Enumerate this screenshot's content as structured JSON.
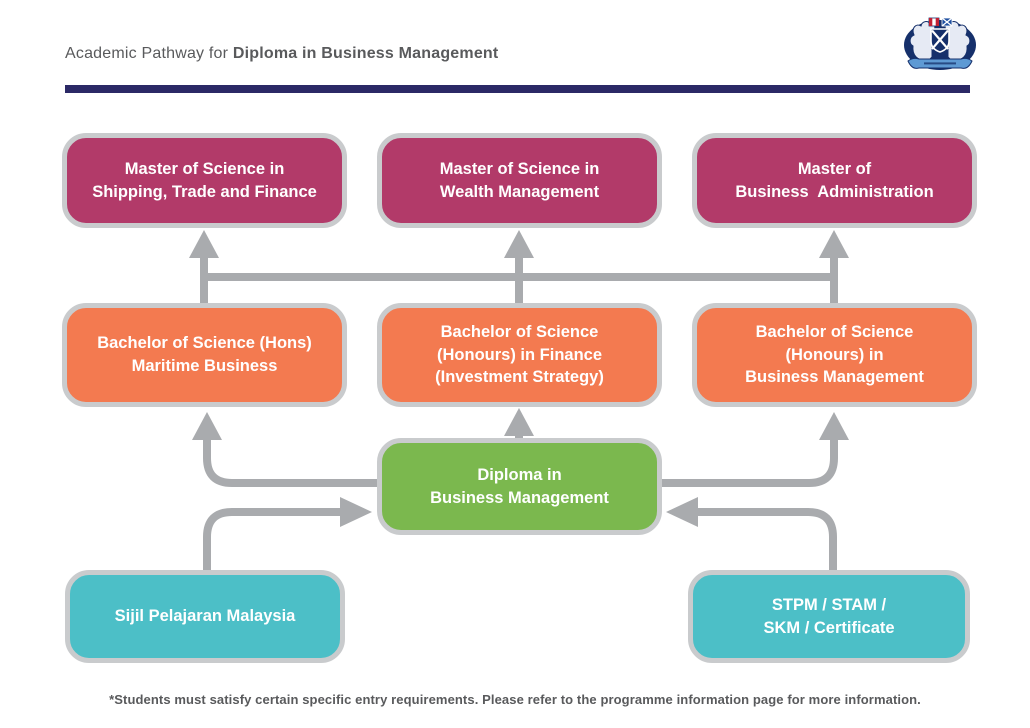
{
  "header": {
    "title_prefix": "Academic Pathway for ",
    "title_bold": "Diploma in Business Management"
  },
  "logo": {
    "description": "university-crest-with-two-lions-shield-and-ribbon"
  },
  "pathway": {
    "masters": [
      {
        "lines": [
          "Master of Science in",
          "Shipping, Trade and Finance"
        ]
      },
      {
        "lines": [
          "Master of Science in",
          "Wealth Management"
        ]
      },
      {
        "lines": [
          "Master of",
          "Business  Administration"
        ]
      }
    ],
    "bachelors": [
      {
        "lines": [
          "Bachelor of Science (Hons)",
          "Maritime Business"
        ]
      },
      {
        "lines": [
          "Bachelor of Science",
          "(Honours) in Finance",
          "(Investment Strategy)"
        ]
      },
      {
        "lines": [
          "Bachelor of Science",
          "(Honours) in",
          "Business Management"
        ]
      }
    ],
    "diploma": {
      "lines": [
        "Diploma in",
        "Business Management"
      ]
    },
    "entry_qualifications": [
      {
        "lines": [
          "Sijil Pelajaran Malaysia"
        ]
      },
      {
        "lines": [
          "STPM / STAM /",
          "SKM / Certificate"
        ]
      }
    ]
  },
  "footer": {
    "note": "*Students must satisfy certain specific entry requirements. Please refer to the programme information page for more information."
  },
  "colors": {
    "masters_fill": "#B23A69",
    "bachelors_fill": "#F37A50",
    "diploma_fill": "#7BB84E",
    "entry_fill": "#4CBFC7",
    "box_border": "#C9CBCD",
    "arrow_gray": "#A9ABAE",
    "divider_navy": "#2B2966",
    "text_gray": "#595A5C"
  }
}
